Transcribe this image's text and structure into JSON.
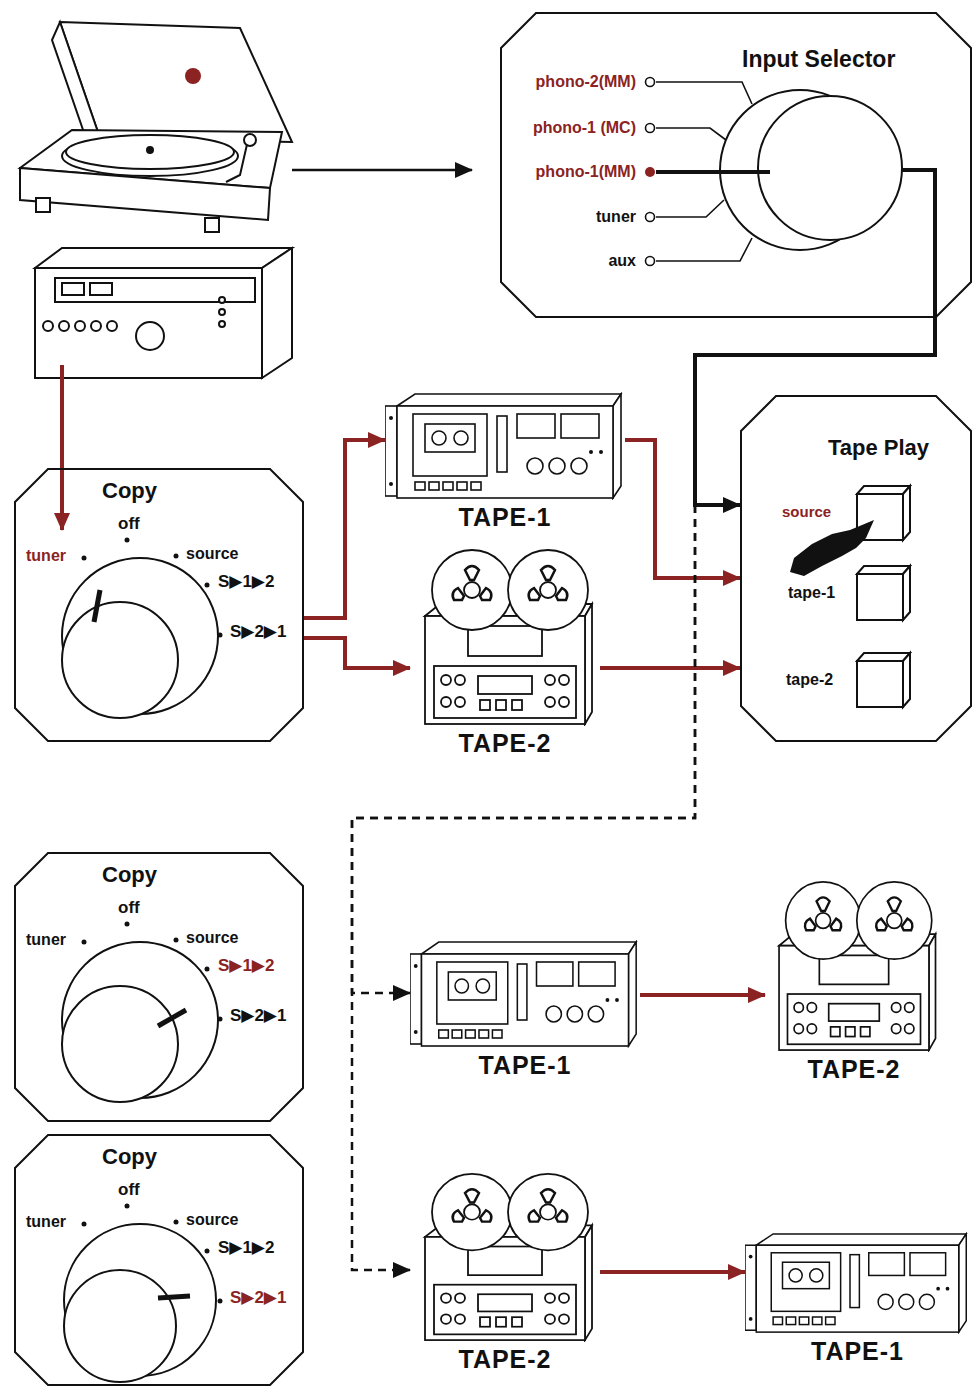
{
  "diagram": {
    "nodes": [
      {
        "text": [
          "Input Selector",
          "phono-2(MM)",
          "phono-1 (MC)",
          "phono-1(MM)",
          "tuner",
          "aux"
        ]
      },
      {
        "text": [
          "TAPE-1"
        ]
      },
      {
        "text": [
          "Tape Play",
          "source",
          "tape-1",
          "tape-2"
        ]
      },
      {
        "text": [
          "Copy",
          "off",
          "tuner",
          "source",
          "S▶1▶2",
          "S▶2▶1"
        ]
      },
      {
        "text": [
          "TAPE-2"
        ]
      },
      {
        "text": [
          "Copy",
          "off",
          "tuner",
          "source",
          "S▶1▶2",
          "S▶2▶1"
        ]
      },
      {
        "text": [
          "TAPE-1"
        ]
      },
      {
        "text": [
          "TAPE-2"
        ]
      },
      {
        "text": [
          "Copy",
          "off",
          "tuner",
          "source",
          "S▶1▶2",
          "S▶2▶1"
        ]
      },
      {
        "text": [
          "TAPE-2"
        ]
      },
      {
        "text": [
          "TAPE-1"
        ]
      }
    ],
    "edges": [
      {
        "from": 3,
        "to": 1,
        "arrow": "to"
      },
      {
        "from": 3,
        "to": 4,
        "arrow": "to"
      },
      {
        "from": 1,
        "to": 2,
        "arrow": "to"
      },
      {
        "from": 4,
        "to": 2,
        "arrow": "to"
      },
      {
        "from": 0,
        "to": 2,
        "arrow": "to"
      },
      {
        "from": 0,
        "to": 6,
        "arrow": "to"
      },
      {
        "from": 0,
        "to": 9,
        "arrow": "to"
      },
      {
        "from": 6,
        "to": 7,
        "arrow": "to"
      },
      {
        "from": 9,
        "to": 10,
        "arrow": "to"
      }
    ]
  }
}
